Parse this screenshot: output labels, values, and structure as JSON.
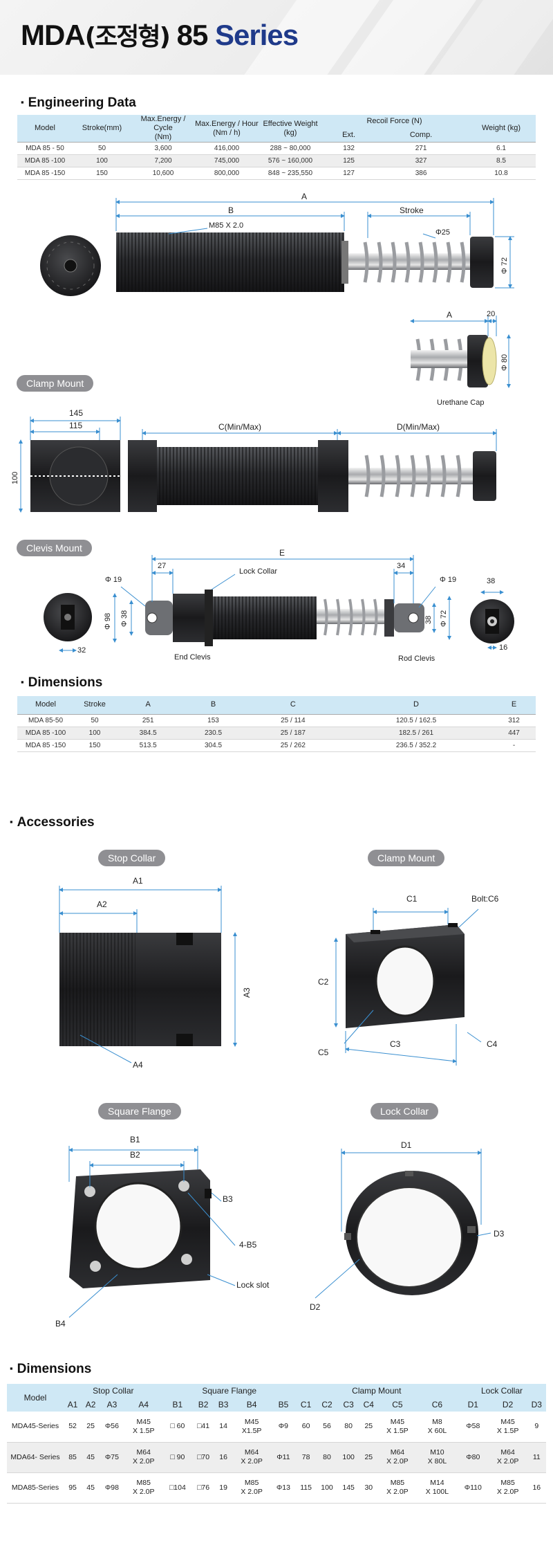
{
  "header": {
    "title_main": "MDA",
    "title_korean": "(조정형)",
    "title_model": "85",
    "title_series": "Series"
  },
  "engineering": {
    "heading": "Engineering Data",
    "columns": {
      "model": "Model",
      "stroke": "Stroke(mm)",
      "energy_cycle_1": "Max.Energy / Cycle",
      "energy_cycle_2": "(Nm)",
      "energy_hour_1": "Max.Energy / Hour",
      "energy_hour_2": "(Nm / h)",
      "weight_eff_1": "Effective Weight",
      "weight_eff_2": "(kg)",
      "recoil": "Recoil Force (N)",
      "recoil_ext": "Ext.",
      "recoil_comp": "Comp.",
      "weight": "Weight (kg)"
    },
    "rows": [
      [
        "MDA 85 - 50",
        "50",
        "3,600",
        "416,000",
        "288 ~ 80,000",
        "132",
        "271",
        "6.1"
      ],
      [
        "MDA 85 -100",
        "100",
        "7,200",
        "745,000",
        "576 ~ 160,000",
        "125",
        "327",
        "8.5"
      ],
      [
        "MDA 85 -150",
        "150",
        "10,600",
        "800,000",
        "848 ~ 235,550",
        "127",
        "386",
        "10.8"
      ]
    ]
  },
  "drawing1": {
    "A": "A",
    "B": "B",
    "stroke": "Stroke",
    "thread": "M85 X 2.0",
    "phi25": "Φ25",
    "phi72": "Φ 72",
    "A2": "A",
    "dim20": "20",
    "phi80": "Φ 80",
    "cap": "Urethane Cap"
  },
  "clamp_mount": {
    "pill": "Clamp Mount",
    "d145": "145",
    "d115": "115",
    "d100": "100",
    "c": "C(Min/Max)",
    "d": "D(Min/Max)"
  },
  "clevis_mount": {
    "pill": "Clevis Mount",
    "e": "E",
    "d27": "27",
    "d34": "34",
    "lock": "Lock Collar",
    "phi19a": "Φ 19",
    "phi19b": "Φ 19",
    "phi98": "Φ 98",
    "phi38a": "Φ 38",
    "d38": "38",
    "phi72": "Φ 72",
    "d38b": "38",
    "d32": "32",
    "d16": "16",
    "end": "End Clevis",
    "rod": "Rod Clevis"
  },
  "dimensions": {
    "heading": "Dimensions",
    "columns": [
      "Model",
      "Stroke",
      "A",
      "B",
      "C",
      "D",
      "E"
    ],
    "rows": [
      [
        "MDA 85-50",
        "50",
        "251",
        "153",
        "25 / 114",
        "120.5 / 162.5",
        "312"
      ],
      [
        "MDA 85 -100",
        "100",
        "384.5",
        "230.5",
        "25 / 187",
        "182.5 / 261",
        "447"
      ],
      [
        "MDA 85 -150",
        "150",
        "513.5",
        "304.5",
        "25 / 262",
        "236.5 / 352.2",
        "-"
      ]
    ]
  },
  "accessories": {
    "heading": "Accessories",
    "stop_collar": {
      "pill": "Stop Collar",
      "a1": "A1",
      "a2": "A2",
      "a3": "A3",
      "a4": "A4"
    },
    "clamp_mount": {
      "pill": "Clamp Mount",
      "c1": "C1",
      "bolt": "Bolt:C6",
      "c2": "C2",
      "c3": "C3",
      "c4": "C4",
      "c5": "C5"
    },
    "square_flange": {
      "pill": "Square Flange",
      "b1": "B1",
      "b2": "B2",
      "b3": "B3",
      "b45": "4-B5",
      "slot": "Lock slot",
      "b4": "B4"
    },
    "lock_collar": {
      "pill": "Lock Collar",
      "d1": "D1",
      "d2": "D2",
      "d3": "D3"
    }
  },
  "dimensions2": {
    "heading": "Dimensions",
    "group_headers": [
      "Model",
      "Stop Collar",
      "Square Flange",
      "Clamp Mount",
      "Lock Collar"
    ],
    "sub_headers": [
      "A1",
      "A2",
      "A3",
      "A4",
      "B1",
      "B2",
      "B3",
      "B4",
      "B5",
      "C1",
      "C2",
      "C3",
      "C4",
      "C5",
      "C6",
      "D1",
      "D2",
      "D3"
    ],
    "rows": [
      [
        "MDA45-Series",
        "52",
        "25",
        "Φ56",
        "M45\nX 1.5P",
        "□ 60",
        "□41",
        "14",
        "M45\nX1.5P",
        "Φ9",
        "60",
        "56",
        "80",
        "25",
        "M45\nX 1.5P",
        "M8\nX 60L",
        "Φ58",
        "M45\nX 1.5P",
        "9"
      ],
      [
        "MDA64- Series",
        "85",
        "45",
        "Φ75",
        "M64\nX 2.0P",
        "□ 90",
        "□70",
        "16",
        "M64\nX 2.0P",
        "Φ11",
        "78",
        "80",
        "100",
        "25",
        "M64\nX 2.0P",
        "M10\nX 80L",
        "Φ80",
        "M64\nX 2.0P",
        "11"
      ],
      [
        "MDA85-Series",
        "95",
        "45",
        "Φ98",
        "M85\nX 2.0P",
        "□104",
        "□76",
        "19",
        "M85\nX 2.0P",
        "Φ13",
        "115",
        "100",
        "145",
        "30",
        "M85\nX 2.0P",
        "M14\nX 100L",
        "Φ110",
        "M85\nX 2.0P",
        "16"
      ]
    ]
  }
}
